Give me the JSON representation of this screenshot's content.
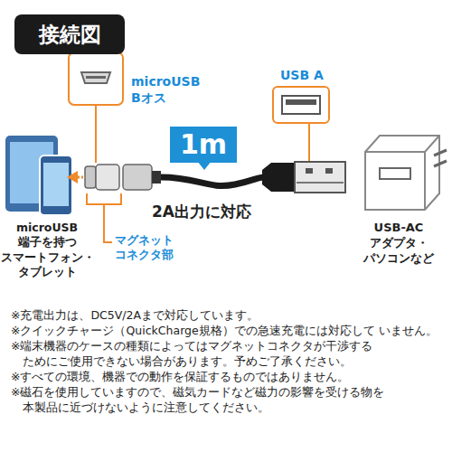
{
  "diagram": {
    "title": "接続図",
    "nodes": [
      {
        "text": [
          "1m"
        ]
      }
    ],
    "labels": [
      "microUSB Bオス",
      "USB A",
      "2A出力に対応",
      "microUSB 端子を持つ スマートフォン・ タブレット",
      "マグネット コネクタ部",
      "USB-AC アダプタ・ パソコンなど",
      "※充電出力は、DC5V/2Aまで対応しています。",
      "※クイックチャージ（QuickCharge規格）での急速充電には対応して いません。",
      "※端末機器のケースの種類によってはマグネットコネクタが干渉する ためにご使用できない場合があります。予めご了承ください。",
      "※すべての環境、機器での動作を保証するものではありません。",
      "※磁石を使用していますので、磁気カードなど磁力の影響を受ける物を 本製品に近づけないように注意してください。"
    ]
  }
}
